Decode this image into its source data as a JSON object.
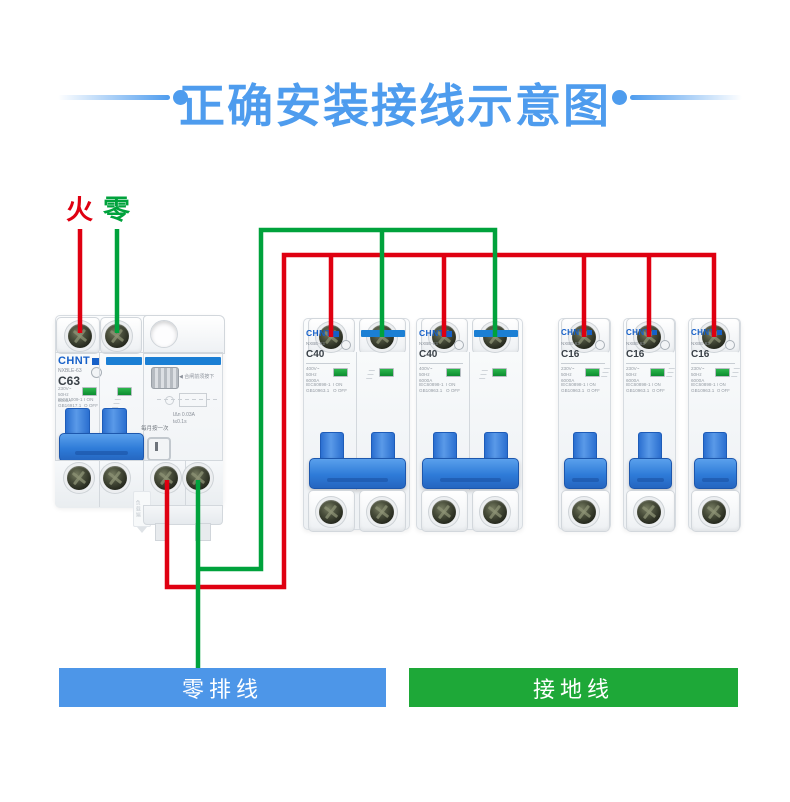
{
  "title": "正确安装接线示意图",
  "wire_labels": {
    "live": "火",
    "neutral": "零"
  },
  "bus_labels": {
    "neutral_bus": "零排线",
    "ground_wire": "接地线"
  },
  "colors": {
    "accent_blue": "#4E9CEE",
    "wire_red": "#DF0011",
    "wire_green": "#00A23C",
    "neutral_box": "#4D96E8",
    "ground_box": "#1EA838",
    "brand_blue": "#1660C8",
    "breaker_stripe": "#1B7FD4",
    "toggle_blue": "#2E7BD8"
  },
  "rcbo": {
    "brand": "CHNT",
    "model": "NXBLE-63",
    "rating": "C63",
    "voltage": "230V~",
    "frequency": "50Hz",
    "breaking": "6000A",
    "standard1": "IEC61009-1",
    "standard2": "GB16917.1",
    "on": "I ON",
    "off": "O OFF",
    "reset_note": "◀ 合闸前须按下",
    "rcd_line1": "IΔn 0.03A",
    "rcd_line2": "t≤0.1s",
    "test_note": "每月按一次",
    "load_note": "负载端"
  },
  "mcb_2p": {
    "brand": "CHNT",
    "model": "NXBE-63",
    "rating": "C40",
    "voltage": "400V~",
    "frequency": "50Hz",
    "breaking": "6000A",
    "standard1": "IEC60898-1",
    "standard2": "GB10963.1",
    "on": "I ON",
    "off": "O OFF"
  },
  "mcb_1p": {
    "brand": "CHNT",
    "model": "NXBE-63",
    "rating": "C16",
    "voltage": "230V~",
    "frequency": "50Hz",
    "breaking": "6000A",
    "standard1": "IEC60898-1",
    "standard2": "GB10963.1",
    "on": "I ON",
    "off": "O OFF"
  }
}
